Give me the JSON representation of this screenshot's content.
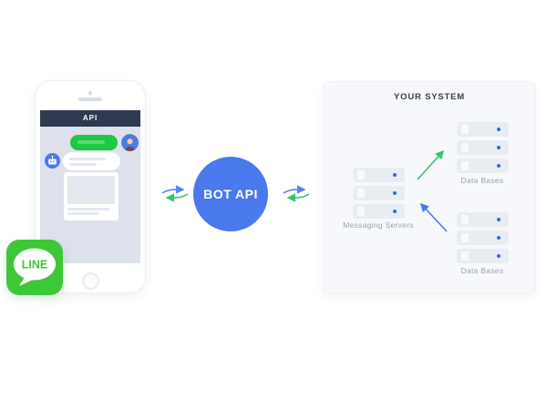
{
  "colors": {
    "line_green": "#3CC837",
    "bubble_green": "#1EC841",
    "bot_blue": "#4A79EE",
    "header_navy": "#2E3A50",
    "chat_bg": "#DDE1EB",
    "panel_bg": "#F7F8FB",
    "server_fill": "#E9EDF2",
    "server_slot": "#F7F9FB",
    "server_dot": "#2E6BE0",
    "arrow_green": "#34C56F",
    "arrow_blue": "#4A78E8",
    "label_gray": "#9AA2B0",
    "title_dark": "#39404E",
    "card_line": "#E4E8EF"
  },
  "phone": {
    "header_title": "API"
  },
  "line_logo": {
    "label": "LINE"
  },
  "bot_api": {
    "label": "BOT API"
  },
  "your_system": {
    "title": "YOUR SYSTEM",
    "groups": [
      {
        "id": "messaging-servers",
        "label": "Messaging Servers",
        "server_count": 3
      },
      {
        "id": "databases-top",
        "label": "Data Bases",
        "server_count": 3
      },
      {
        "id": "databases-bottom",
        "label": "Data Bases",
        "server_count": 3
      }
    ]
  },
  "connections": [
    {
      "from": "line-app",
      "to": "bot-api",
      "style": "double-exchange-arrows",
      "colors": [
        "blue",
        "green"
      ]
    },
    {
      "from": "bot-api",
      "to": "your-system",
      "style": "double-exchange-arrows",
      "colors": [
        "blue",
        "green"
      ]
    },
    {
      "from": "messaging-servers",
      "to": "databases-top",
      "style": "single-arrow",
      "color": "green"
    },
    {
      "from": "databases-bottom",
      "to": "messaging-servers",
      "style": "single-arrow",
      "color": "blue"
    }
  ],
  "icons": {
    "bot_avatar": "robot-icon",
    "user_avatar": "person-icon",
    "phone_camera": "front-camera-dot",
    "phone_speaker": "speaker-slot",
    "phone_home": "home-button",
    "server": "server-rack-unit"
  }
}
